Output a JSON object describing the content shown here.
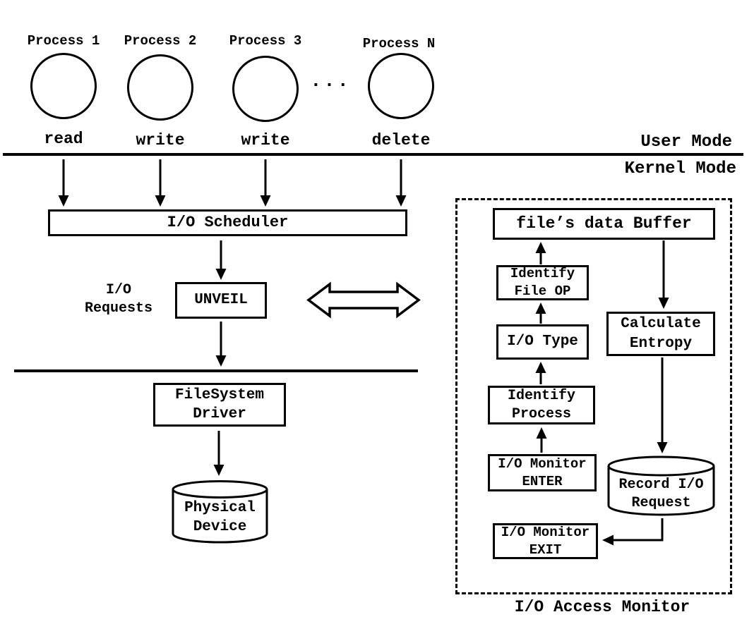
{
  "processes": [
    {
      "label": "Process 1",
      "op": "read"
    },
    {
      "label": "Process 2",
      "op": "write"
    },
    {
      "label": "Process 3",
      "op": "write"
    },
    {
      "label": "Process N",
      "op": "delete"
    }
  ],
  "ellipsis": "...",
  "modes": {
    "user": "User Mode",
    "kernel": "Kernel Mode"
  },
  "kernel_flow": {
    "scheduler": "I/O Scheduler",
    "io_requests": "I/O\nRequests",
    "unveil": "UNVEIL",
    "filesystem_driver": "FileSystem\nDriver",
    "physical_device": "Physical\nDevice"
  },
  "monitor": {
    "caption": "I/O Access Monitor",
    "buffer": "file’s data Buffer",
    "identify_file_op": "Identify\nFile OP",
    "io_type": "I/O Type",
    "identify_process": "Identify\nProcess",
    "enter": "I/O Monitor\nENTER",
    "calculate_entropy": "Calculate\nEntropy",
    "record_io_request": "Record I/O\nRequest",
    "exit": "I/O Monitor\nEXIT"
  },
  "colors": {
    "ink": "#000000",
    "background": "#ffffff"
  }
}
